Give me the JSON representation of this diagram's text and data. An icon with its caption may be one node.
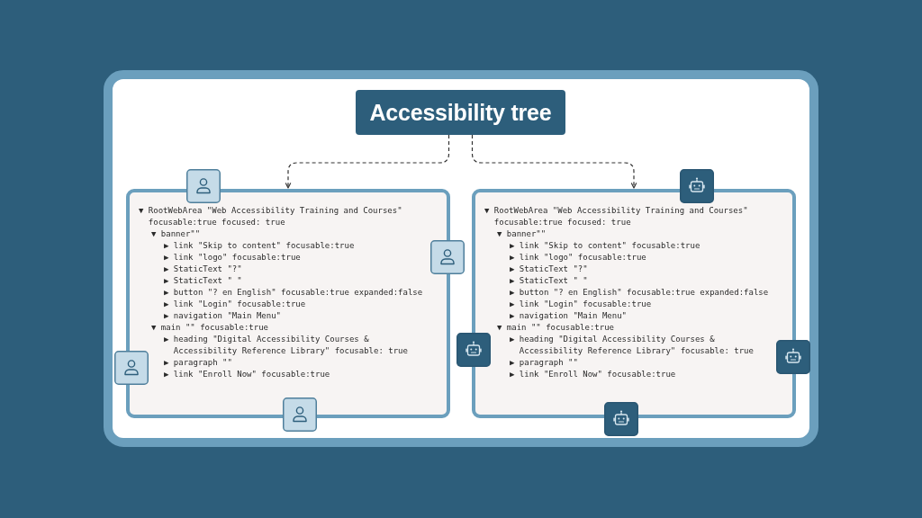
{
  "diagram": {
    "nodes": [
      {
        "text": [
          "Accessibility tree"
        ]
      },
      {
        "text": [
          "▼ RootWebArea \"Web Accessibility Training and Courses\" focusable:true focused: true",
          "▼ banner\"\"",
          "▶ link \"Skip to content\" focusable:true",
          "▶ link \"logo\" focusable:true",
          "▶ StaticText \"?\"",
          "▶ StaticText \" \"",
          "▶ button \"? en English\" focusable:true expanded:false",
          "▶ link \"Login\" focusable:true",
          "▶ navigation \"Main Menu\"",
          "▼ main \"\" focusable:true",
          "▶ heading \"Digital Accessibility Courses & Accessibility Reference Library\" focusable: true",
          "▶ paragraph \"\"",
          "▶ link \"Enroll Now\" focusable:true"
        ]
      },
      {
        "text": [
          "▼ RootWebArea \"Web Accessibility Training and Courses\" focusable:true focused: true",
          "▼ banner\"\"",
          "▶ link \"Skip to content\" focusable:true",
          "▶ link \"logo\" focusable:true",
          "▶ StaticText \"?\"",
          "▶ StaticText \" \"",
          "▶ button \"? en English\" focusable:true expanded:false",
          "▶ link \"Login\" focusable:true",
          "▶ navigation \"Main Menu\"",
          "▼ main \"\" focusable:true",
          "▶ heading \"Digital Accessibility Courses & Accessibility Reference Library\" focusable: true",
          "▶ paragraph \"\"",
          "▶ link \"Enroll Now\" focusable:true"
        ]
      }
    ],
    "edges": [
      {
        "from": 0,
        "to": 1,
        "arrow": "to",
        "style": "dashed"
      },
      {
        "from": 0,
        "to": 2,
        "arrow": "to",
        "style": "dashed"
      }
    ]
  }
}
